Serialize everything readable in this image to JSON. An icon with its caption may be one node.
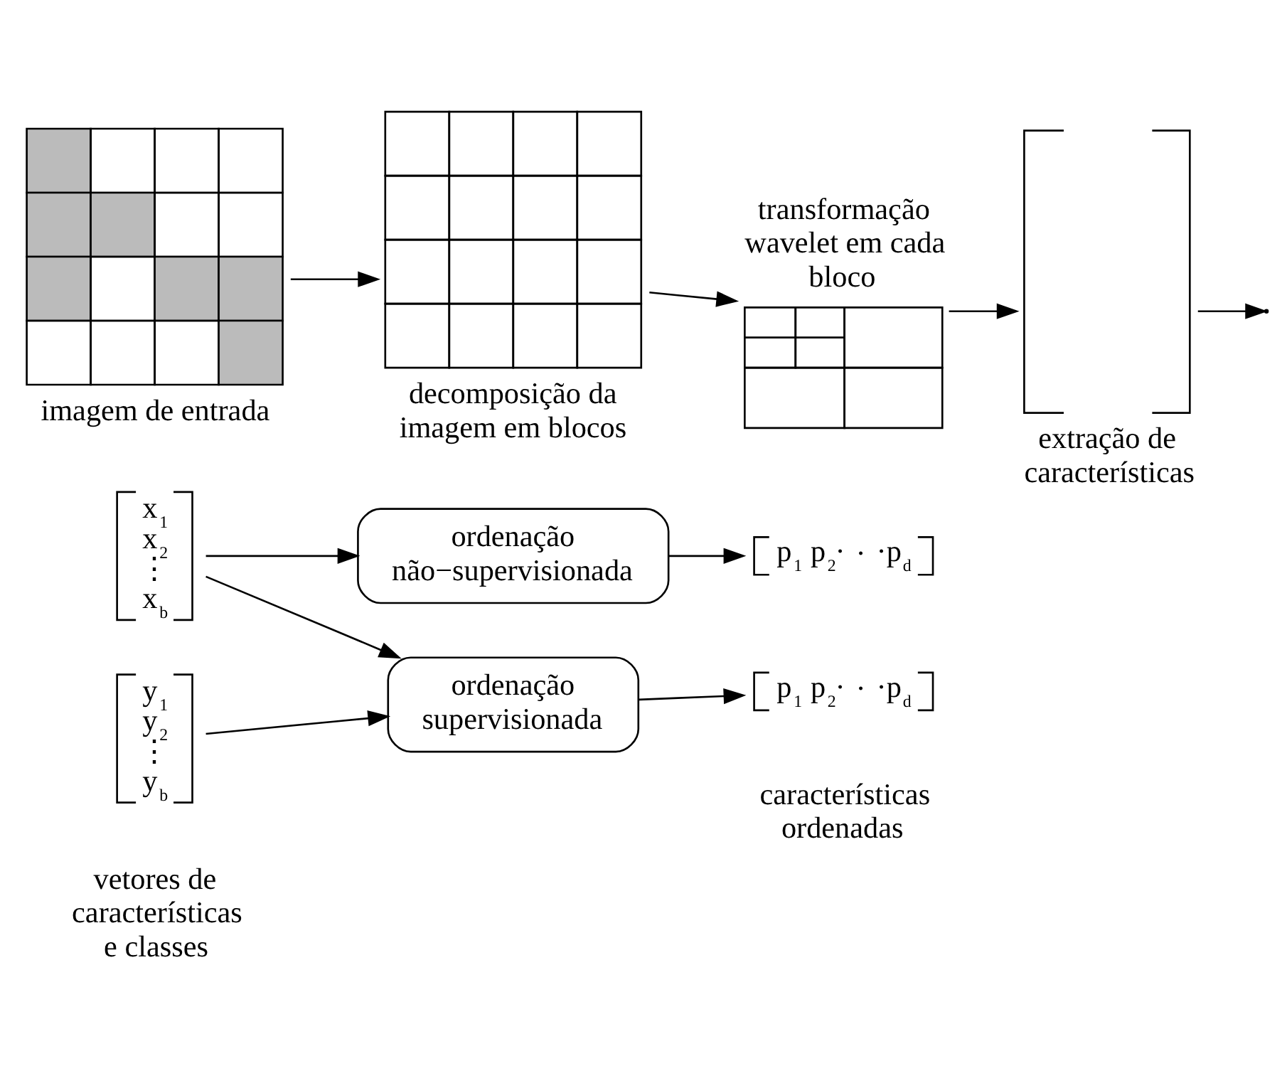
{
  "diagram": {
    "nodes": [
      {
        "text": [
          "imagem de entrada"
        ]
      },
      {
        "text": [
          "decomposição da imagem em blocos"
        ]
      },
      {
        "text": [
          "transformação wavelet em cada bloco"
        ]
      },
      {
        "text": [
          "extração de características"
        ]
      },
      {
        "text": [
          "x$_{1}$ x$_{2}$ ⋮ x$_{b}$"
        ]
      },
      {
        "text": [
          "y$_{1}$ y$_{2}$ ⋮ y$_{b}$"
        ]
      },
      {
        "text": [
          "ordenação não−supervisionada"
        ]
      },
      {
        "text": [
          "ordenação supervisionada"
        ]
      },
      {
        "text": [
          "p$_{1}$ p$_{2}$· · ·p$_{d}$"
        ]
      },
      {
        "text": [
          "p$_{1}$ p$_{2}$· · ·p$_{d}$"
        ],
        "beside": [
          "características ordenadas"
        ]
      }
    ],
    "edges": [
      {
        "from": 0,
        "to": 1,
        "arrow": "to"
      },
      {
        "from": 1,
        "to": 2,
        "arrow": "to"
      },
      {
        "from": 2,
        "to": 3,
        "arrow": "to"
      },
      {
        "from": 3,
        "to": null,
        "arrow": "to"
      },
      {
        "from": 4,
        "to": 6,
        "arrow": "to"
      },
      {
        "from": 4,
        "to": 7,
        "arrow": "to"
      },
      {
        "from": 5,
        "to": 7,
        "arrow": "to"
      },
      {
        "from": 6,
        "to": 8,
        "arrow": "to"
      },
      {
        "from": 7,
        "to": 9,
        "arrow": "to"
      }
    ],
    "labels": [
      "vetores de características e classes"
    ]
  }
}
